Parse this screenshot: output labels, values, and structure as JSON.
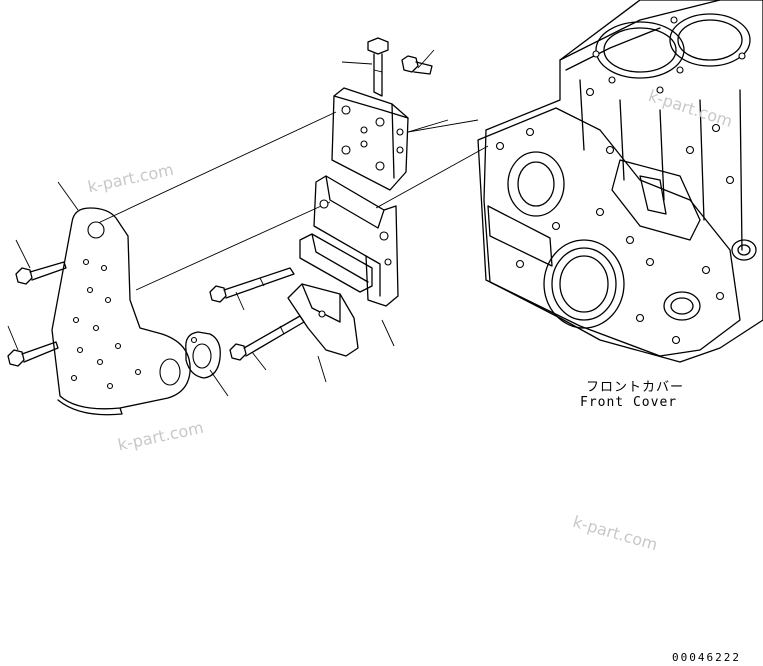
{
  "diagram": {
    "caption_jp": "フロントカバー",
    "caption_en": "Front Cover",
    "drawing_code": "00046222",
    "watermarks": [
      "k-part.com",
      "k-part.com",
      "k-part.com",
      "k-part.com"
    ]
  },
  "colors": {
    "line": "#000000",
    "background": "#ffffff",
    "watermark": "#c8c8c8"
  }
}
